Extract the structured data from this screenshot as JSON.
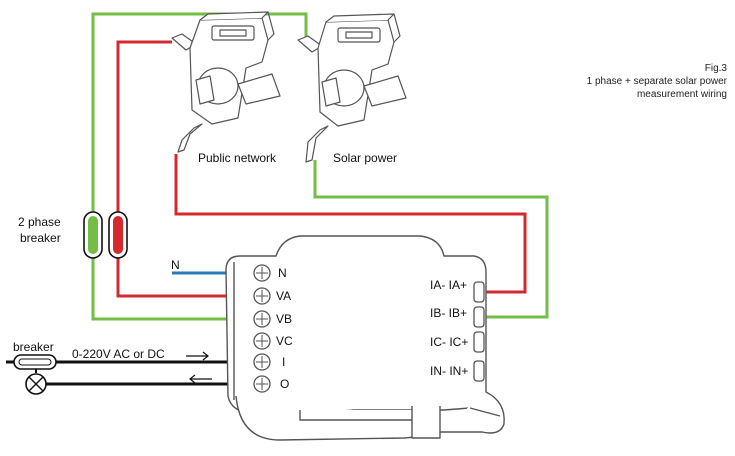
{
  "caption": {
    "fig": "Fig.3",
    "line1": "1 phase + separate solar power",
    "line2": "measurement wiring"
  },
  "clamps": {
    "public_label": "Public network",
    "solar_label": "Solar power"
  },
  "breaker_2phase": {
    "line1": "2 phase",
    "line2": "breaker"
  },
  "input": {
    "breaker_label": "breaker",
    "voltage_label": "0-220V AC or DC"
  },
  "left_terminals": [
    "N",
    "VA",
    "VB",
    "VC",
    "I",
    "O"
  ],
  "right_terminals": [
    "IA- IA+",
    "IB- IB+",
    "IC- IC+",
    "IN- IN+"
  ],
  "colors": {
    "live": "#d42a2f",
    "neutral": "#2a7ab8",
    "green": "#74be45",
    "black": "#111111",
    "outline": "#555555"
  }
}
